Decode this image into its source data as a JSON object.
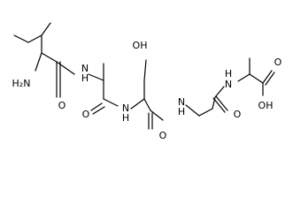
{
  "structure": {
    "kind": "skeletal-formula",
    "labels": {
      "amine": "H₂N",
      "o_ile": "O",
      "nh_ile": "N",
      "h_nh_ile": "H",
      "o_ala": "O",
      "nh_ala": "N",
      "h_nh_ala": "H",
      "oh_ser": "OH",
      "o_ser": "O",
      "nh_ser": "N",
      "h_nh_ser": "H",
      "o_gly": "O",
      "nh_gly": "N",
      "h_nh_gly": "H",
      "o_acid": "O",
      "oh_acid": "OH"
    }
  }
}
